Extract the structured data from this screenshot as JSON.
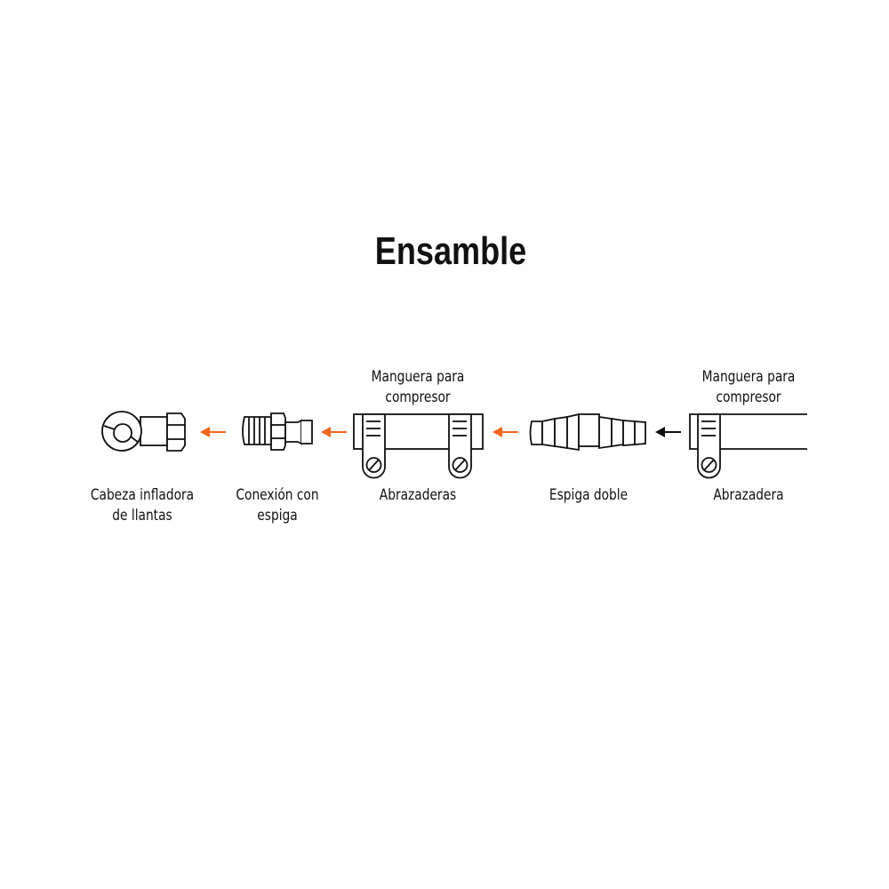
{
  "title": "Ensamble",
  "colors": {
    "accent": "#f26522",
    "line": "#111111"
  },
  "labels": {
    "cabeza": [
      "Cabeza infladora",
      "de llantas"
    ],
    "conexion": [
      "Conexión con",
      "espiga"
    ],
    "abrazaderas": "Abrazaderas",
    "espiga": "Espiga doble",
    "abrazadera": "Abrazadera",
    "manguera_1": [
      "Manguera para",
      "compresor"
    ],
    "manguera_2": [
      "Manguera para",
      "compresor"
    ]
  }
}
